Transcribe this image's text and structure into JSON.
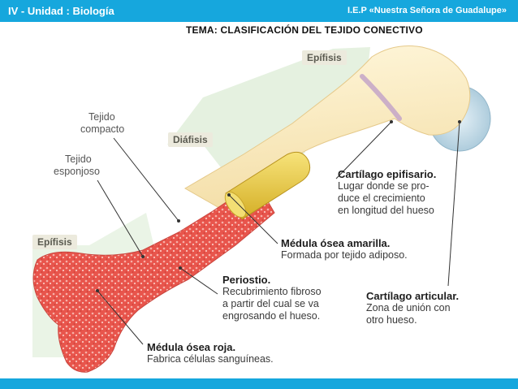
{
  "header": {
    "unit": "IV - Unidad : Biología",
    "school": "I.E.P «Nuestra Señora de Guadalupe»"
  },
  "topic": "TEMA:  CLASIFICACIÓN  DEL  TEJIDO  CONECTIVO",
  "diagram": {
    "tags": {
      "epifisis_top": "Epífisis",
      "diafisis": "Diáfisis",
      "epifisis_bottom": "Epífisis"
    },
    "labels": {
      "tejido_compacto": [
        "Tejido",
        "compacto"
      ],
      "tejido_esponjoso": [
        "Tejido",
        "esponjoso"
      ],
      "cartilago_epifisario": {
        "title": "Cartílago epifisario.",
        "lines": [
          "Lugar donde se pro-",
          "duce el crecimiento",
          "en longitud del hueso"
        ]
      },
      "medula_amarilla": {
        "title": "Médula ósea amarilla.",
        "lines": [
          "Formada por tejido adiposo."
        ]
      },
      "periostio": {
        "title": "Periostio.",
        "lines": [
          "Recubrimiento fibroso",
          "a partir del cual se va",
          "engrosando el hueso."
        ]
      },
      "cartilago_articular": {
        "title": "Cartílago articular.",
        "lines": [
          "Zona de unión con",
          "otro hueso."
        ]
      },
      "medula_roja": {
        "title": "Médula ósea roja.",
        "lines": [
          "Fabrica células sanguíneas."
        ]
      }
    }
  }
}
